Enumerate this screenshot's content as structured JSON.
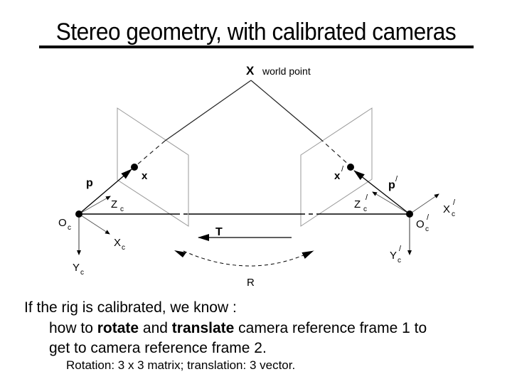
{
  "slide": {
    "title": "Stereo geometry, with calibrated cameras",
    "diagram": {
      "world_point_symbol": "X",
      "world_point_label": "world point",
      "left_camera": {
        "ray_label": "p",
        "image_point": "x",
        "origin": "O",
        "origin_sub": "c",
        "z_axis": "Z",
        "z_sub": "c",
        "x_axis": "X",
        "x_sub": "c",
        "y_axis": "Y",
        "y_sub": "c"
      },
      "right_camera": {
        "ray_label": "p",
        "image_point": "x",
        "prime": "/",
        "origin": "O",
        "origin_sub": "c",
        "z_axis": "Z",
        "z_sub": "c",
        "x_axis": "X",
        "x_sub": "c",
        "y_axis": "Y",
        "y_sub": "c"
      },
      "translation_label": "T",
      "rotation_label": "R"
    },
    "body": {
      "line1": "If the rig is calibrated, we know :",
      "line2_pre": "how to ",
      "line2_bold1": "rotate",
      "line2_mid": " and ",
      "line2_bold2": "translate",
      "line2_post": " camera reference frame 1 to",
      "line3": "get to camera reference frame 2.",
      "line4": "Rotation: 3 x 3 matrix; translation: 3 vector."
    }
  }
}
